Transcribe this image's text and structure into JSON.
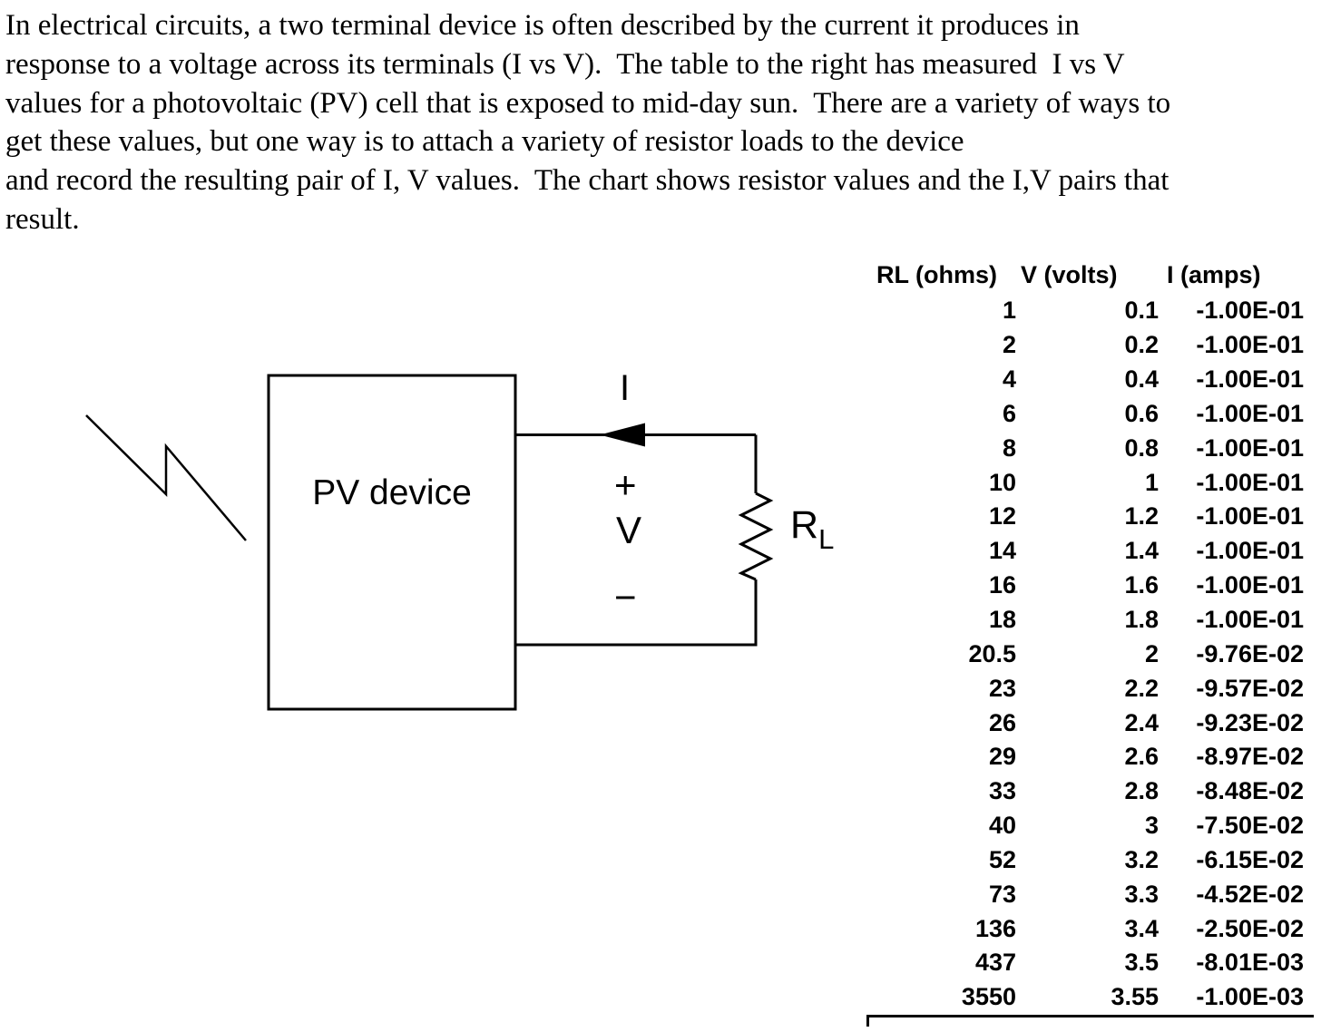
{
  "paragraph": {
    "lines": [
      "In electrical circuits, a two terminal device is often described by the current it produces in",
      "response to a voltage across its terminals (I vs V).  The table to the right has measured  I vs V",
      "values for a photovoltaic (PV) cell that is exposed to mid-day sun.  There are a variety of ways to",
      "get these values, but one way is to attach a variety of resistor loads to the device",
      "and record the resulting pair of I, V values.  The chart shows resistor values and the I,V pairs that",
      "result."
    ]
  },
  "diagram": {
    "device_label": "PV device",
    "current_label": "I",
    "polarity_plus": "+",
    "voltage_label": "V",
    "polarity_minus": "−",
    "resistor_label": "R",
    "resistor_label_subscript": "L"
  },
  "table": {
    "headers": [
      "RL (ohms)",
      "V (volts)",
      "I (amps)"
    ],
    "rows": [
      [
        "1",
        "0.1",
        "-1.00E-01"
      ],
      [
        "2",
        "0.2",
        "-1.00E-01"
      ],
      [
        "4",
        "0.4",
        "-1.00E-01"
      ],
      [
        "6",
        "0.6",
        "-1.00E-01"
      ],
      [
        "8",
        "0.8",
        "-1.00E-01"
      ],
      [
        "10",
        "1",
        "-1.00E-01"
      ],
      [
        "12",
        "1.2",
        "-1.00E-01"
      ],
      [
        "14",
        "1.4",
        "-1.00E-01"
      ],
      [
        "16",
        "1.6",
        "-1.00E-01"
      ],
      [
        "18",
        "1.8",
        "-1.00E-01"
      ],
      [
        "20.5",
        "2",
        "-9.76E-02"
      ],
      [
        "23",
        "2.2",
        "-9.57E-02"
      ],
      [
        "26",
        "2.4",
        "-9.23E-02"
      ],
      [
        "29",
        "2.6",
        "-8.97E-02"
      ],
      [
        "33",
        "2.8",
        "-8.48E-02"
      ],
      [
        "40",
        "3",
        "-7.50E-02"
      ],
      [
        "52",
        "3.2",
        "-6.15E-02"
      ],
      [
        "73",
        "3.3",
        "-4.52E-02"
      ],
      [
        "136",
        "3.4",
        "-2.50E-02"
      ],
      [
        "437",
        "3.5",
        "-8.01E-03"
      ],
      [
        "3550",
        "3.55",
        "-1.00E-03"
      ]
    ]
  }
}
